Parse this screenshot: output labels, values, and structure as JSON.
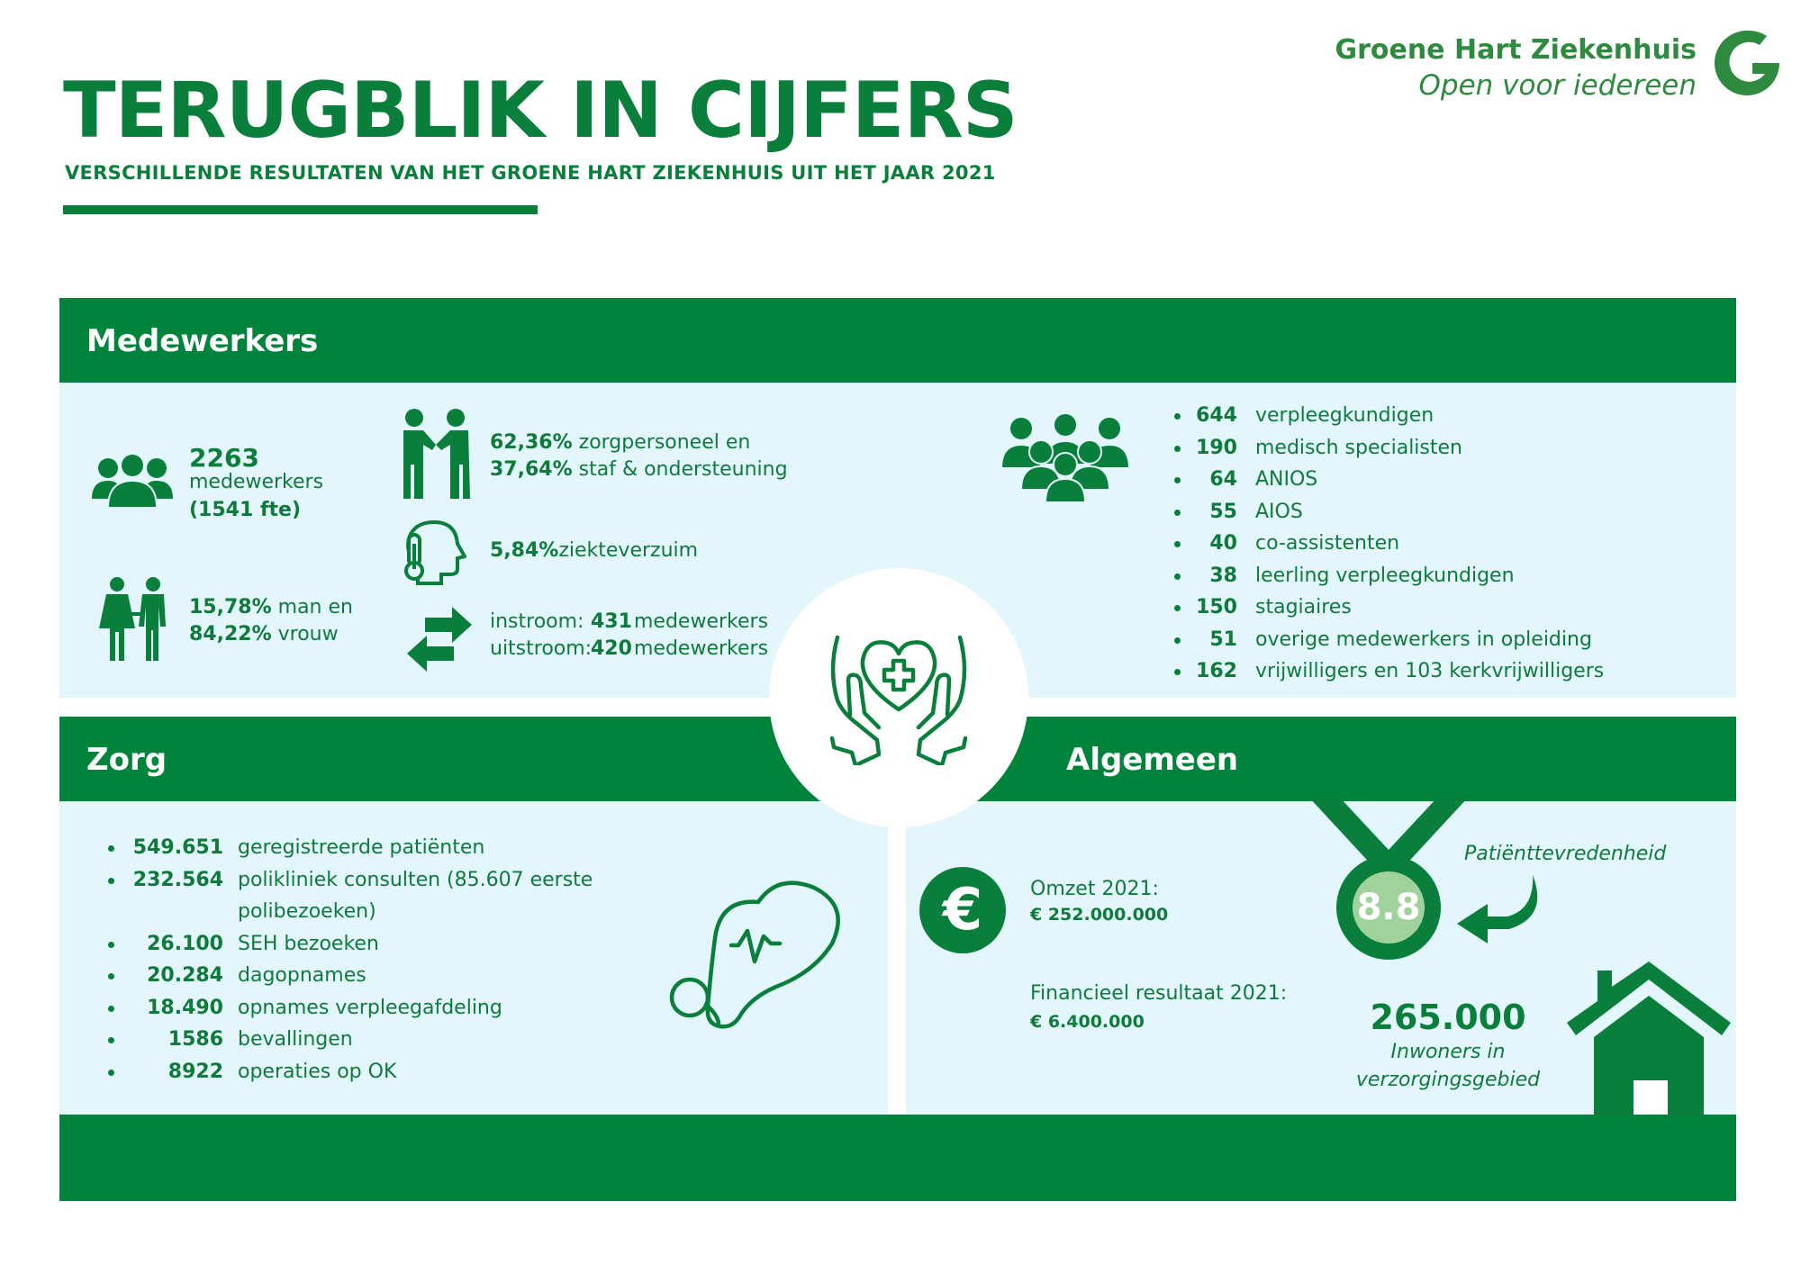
{
  "header": {
    "title": "TERUGBLIK IN CIJFERS",
    "subtitle": "VERSCHILLENDE RESULTATEN VAN HET GROENE HART ZIEKENHUIS UIT HET JAAR 2021",
    "brand_name": "Groene Hart Ziekenhuis",
    "brand_tagline": "Open voor iedereen"
  },
  "colors": {
    "primary": "#00833b",
    "panel": "#e2f6fb",
    "text": "#0f7a3a",
    "medal_inner": "#9fd39b"
  },
  "medewerkers": {
    "heading": "Medewerkers",
    "total_number": "2263",
    "total_label": "medewerkers",
    "total_fte": "(1541 fte)",
    "gender_man_pct": "15,78%",
    "gender_man_label": "man en",
    "gender_vrouw_pct": "84,22%",
    "gender_vrouw_label": "vrouw",
    "zorg_pct": "62,36%",
    "zorg_label": "zorgpersoneel en",
    "staf_pct": "37,64%",
    "staf_label": "staf & ondersteuning",
    "ziekte_pct": "5,84%",
    "ziekte_label": "ziekteverzuim",
    "instroom_label": "instroom:",
    "instroom_num": "431",
    "instroom_unit": "medewerkers",
    "uitstroom_label": "uitstroom:",
    "uitstroom_num": "420",
    "uitstroom_unit": "medewerkers",
    "groups": [
      {
        "num": "644",
        "label": "verpleegkundigen"
      },
      {
        "num": "190",
        "label": "medisch specialisten"
      },
      {
        "num": "64",
        "label": "ANIOS"
      },
      {
        "num": "55",
        "label": "AIOS"
      },
      {
        "num": "40",
        "label": "co-assistenten"
      },
      {
        "num": "38",
        "label": "leerling verpleegkundigen"
      },
      {
        "num": "150",
        "label": "stagiaires"
      },
      {
        "num": "51",
        "label": "overige medewerkers in opleiding"
      },
      {
        "num": "162",
        "label": "vrijwilligers en 103 kerkvrijwilligers"
      }
    ]
  },
  "zorg": {
    "heading": "Zorg",
    "items": [
      {
        "num": "549.651",
        "label": "geregistreerde patiënten"
      },
      {
        "num": "232.564",
        "label": "polikliniek consulten (85.607 eerste",
        "label2": "polibezoeken)"
      },
      {
        "num": "26.100",
        "label": "SEH bezoeken"
      },
      {
        "num": "20.284",
        "label": "dagopnames"
      },
      {
        "num": "18.490",
        "label": "opnames verpleegafdeling"
      },
      {
        "num": "1586",
        "label": "bevallingen"
      },
      {
        "num": "8922",
        "label": "operaties op OK"
      }
    ]
  },
  "algemeen": {
    "heading": "Algemeen",
    "omzet_label": "Omzet 2021:",
    "omzet_value": "€ 252.000.000",
    "resultaat_label": "Financieel resultaat 2021:",
    "resultaat_value": "€ 6.400.000",
    "satisfaction_label": "Patiënttevredenheid",
    "satisfaction_score": "8.8",
    "inwoners_num": "265.000",
    "inwoners_line1": "Inwoners in",
    "inwoners_line2": "verzorgingsgebied",
    "euro_symbol": "€"
  }
}
